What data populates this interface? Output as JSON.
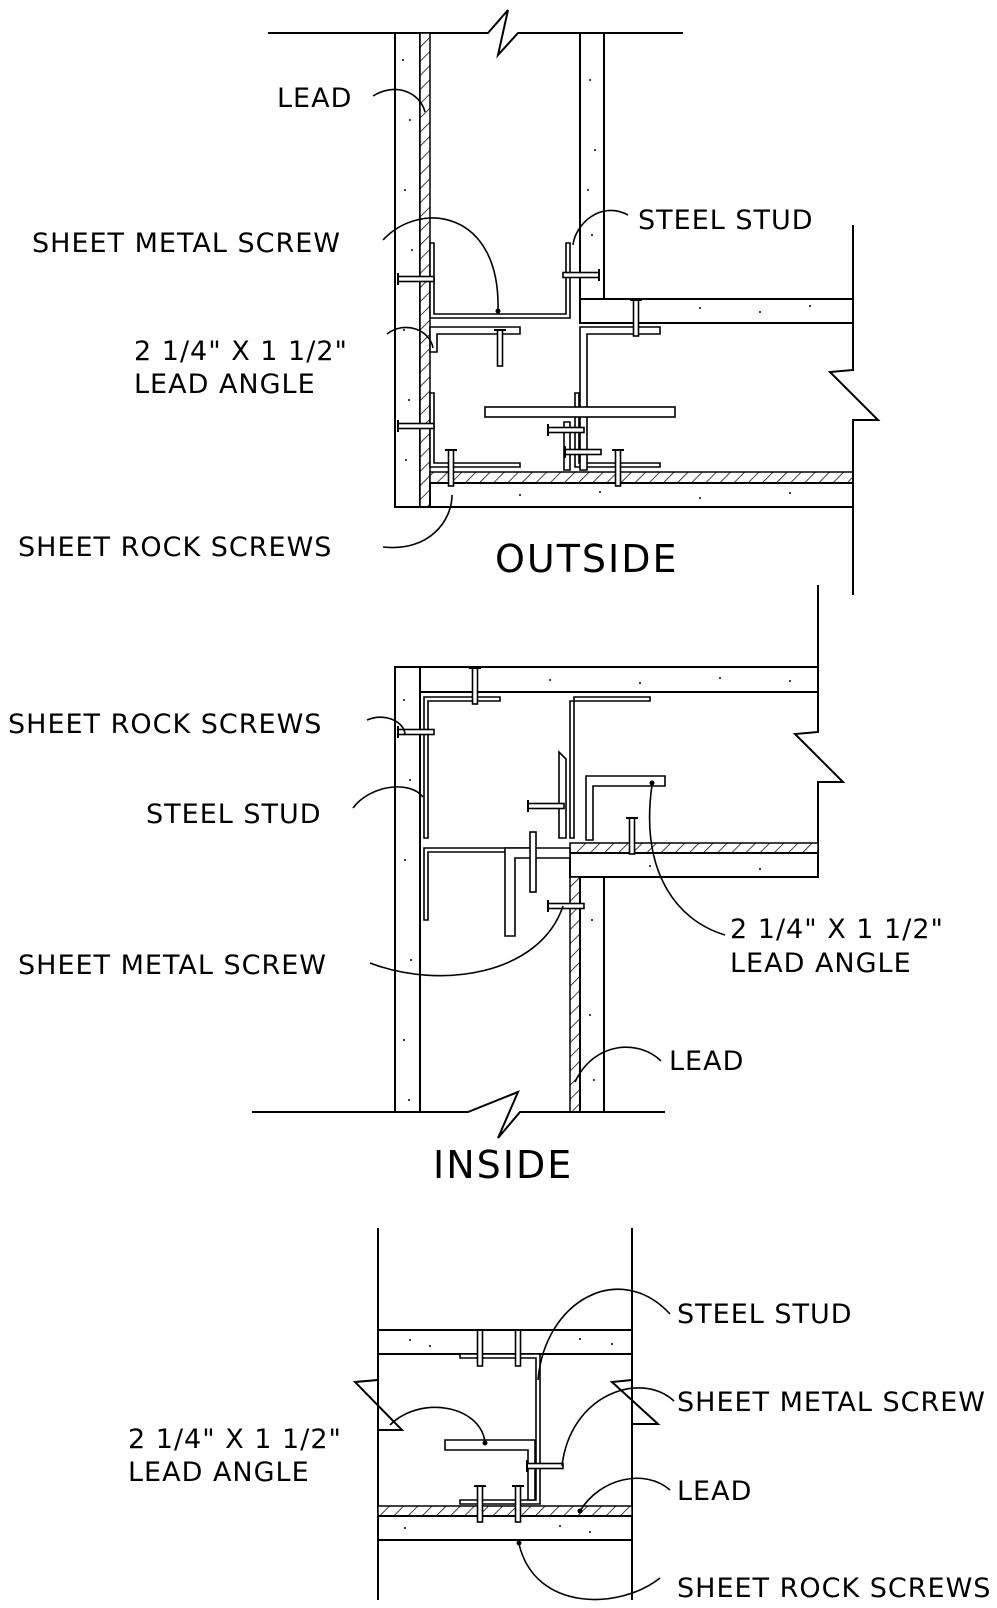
{
  "detail_outside": {
    "label_lead": "LEAD",
    "label_steel_stud": "STEEL STUD",
    "label_sheet_metal_screw": "SHEET METAL SCREW",
    "label_angle_line1": "2 1/4\" X 1 1/2\"",
    "label_angle_line2": "LEAD ANGLE",
    "label_sheet_rock_screws": "SHEET ROCK SCREWS",
    "caption": "OUTSIDE"
  },
  "detail_inside": {
    "label_sheet_rock_screws": "SHEET ROCK SCREWS",
    "label_steel_stud": "STEEL STUD",
    "label_sheet_metal_screw": "SHEET METAL SCREW",
    "label_angle_line1": "2 1/4\" X 1 1/2\"",
    "label_angle_line2": "LEAD ANGLE",
    "label_lead": "LEAD",
    "caption": "INSIDE"
  },
  "detail_tee": {
    "label_steel_stud": "STEEL STUD",
    "label_sheet_metal_screw": "SHEET METAL SCREW",
    "label_angle_line1": "2 1/4\" X 1 1/2\"",
    "label_angle_line2": "LEAD ANGLE",
    "label_lead": "LEAD",
    "label_sheet_rock_screws": "SHEET ROCK SCREWS"
  }
}
